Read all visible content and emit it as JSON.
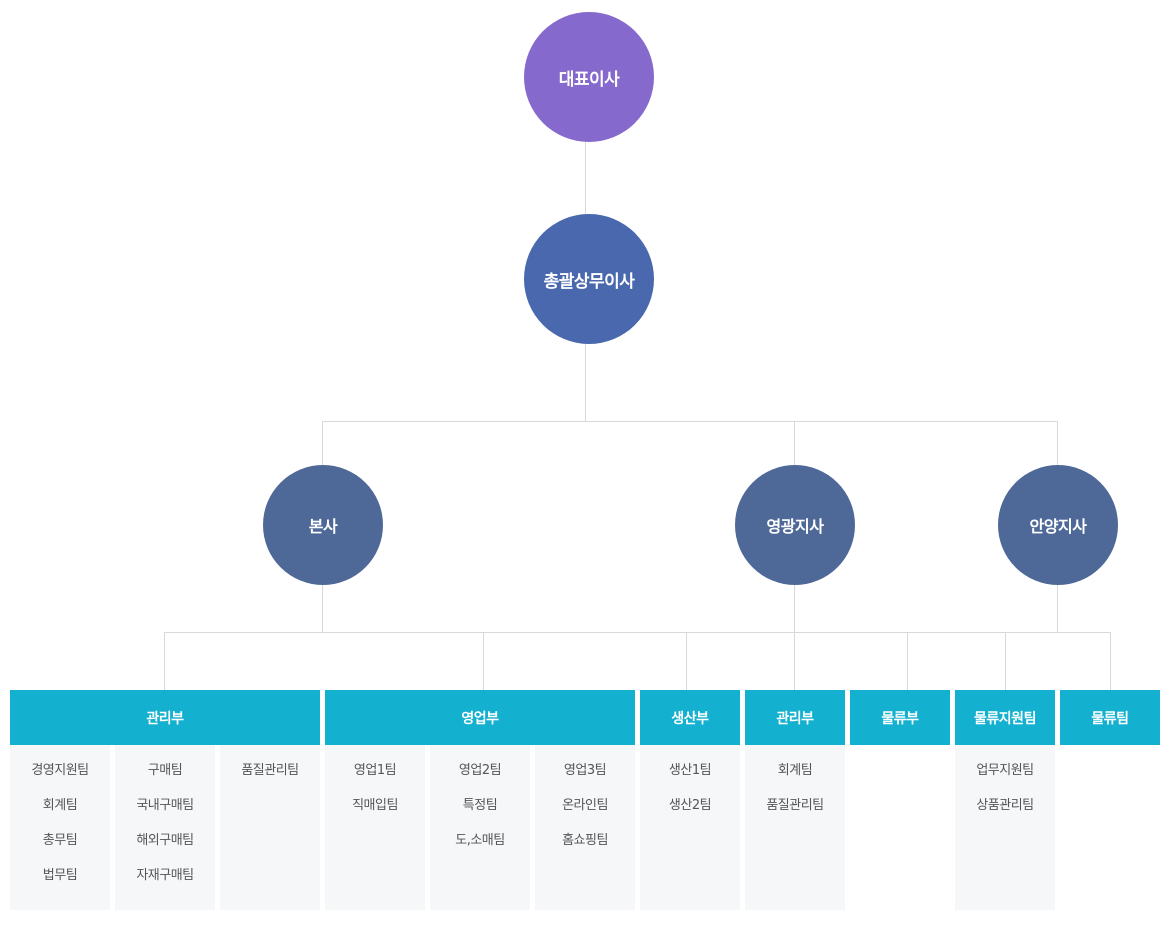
{
  "ceo": "대표이사",
  "general_manager": "총괄상무이사",
  "branches": {
    "hq": "본사",
    "yeonggwang": "영광지사",
    "anyang": "안양지사"
  },
  "departments": [
    {
      "label": "관리부",
      "columns": [
        [
          "경영지원팀",
          "회계팀",
          "총무팀",
          "법무팀"
        ],
        [
          "구매팀",
          "국내구매팀",
          "해외구매팀",
          "자재구매팀"
        ],
        [
          "품질관리팀"
        ]
      ]
    },
    {
      "label": "영업부",
      "columns": [
        [
          "영업1팀",
          "직매입팀"
        ],
        [
          "영업2팀",
          "특정팀",
          "도,소매팀"
        ],
        [
          "영업3팀",
          "온라인팀",
          "홈쇼핑팀"
        ]
      ]
    },
    {
      "label": "생산부",
      "columns": [
        [
          "생산1팀",
          "생산2팀"
        ]
      ]
    },
    {
      "label": "관리부",
      "columns": [
        [
          "회계팀",
          "품질관리팀"
        ]
      ]
    },
    {
      "label": "물류부",
      "columns": []
    },
    {
      "label": "물류지원팀",
      "columns": [
        [
          "업무지원팀",
          "상품관리팀"
        ]
      ]
    },
    {
      "label": "물류팀",
      "columns": []
    }
  ]
}
